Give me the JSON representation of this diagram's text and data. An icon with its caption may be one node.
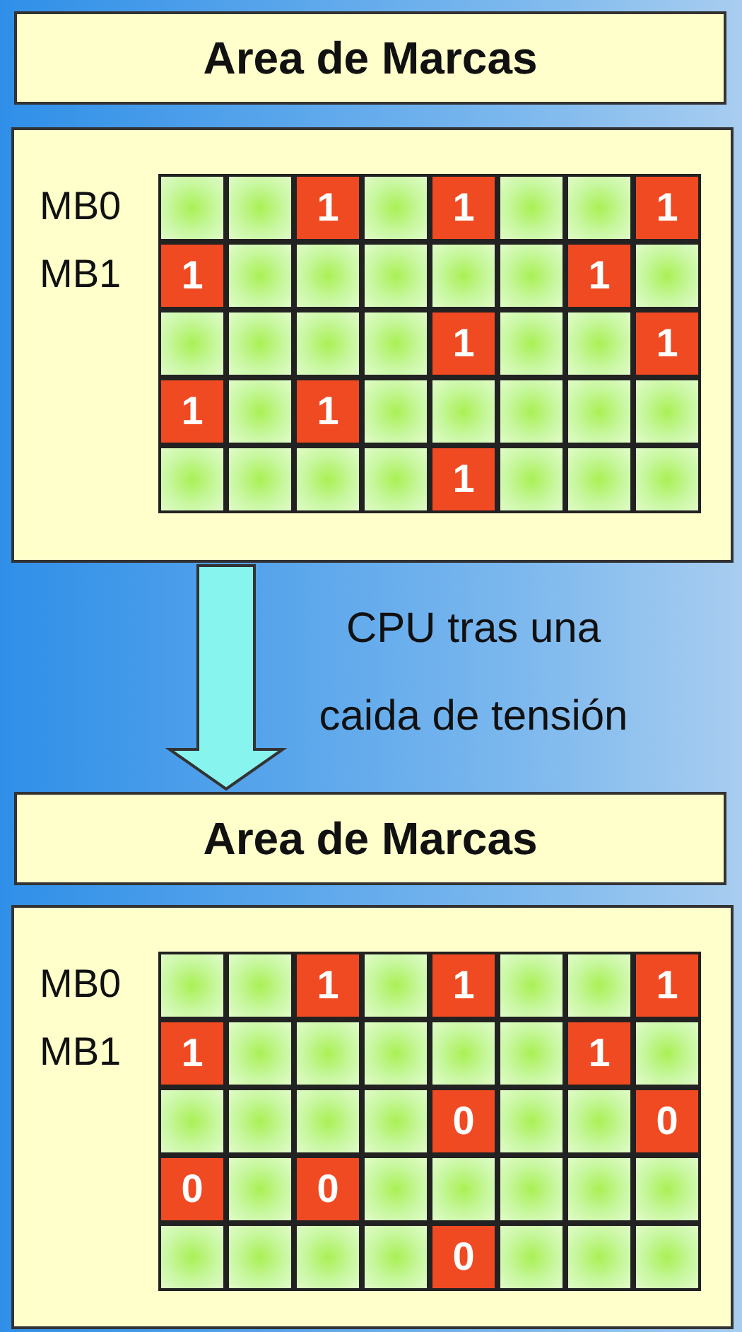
{
  "diagram": {
    "nodes": [
      {
        "text": [
          "Area de Marcas"
        ]
      },
      {
        "text": [],
        "shape": "box"
      },
      {
        "text": [],
        "shape": "box",
        "in": 1
      },
      {
        "text": [],
        "shape": "box",
        "in": 1
      },
      {
        "text": [
          "1"
        ],
        "in": 1
      },
      {
        "text": [],
        "shape": "box",
        "in": 1
      },
      {
        "text": [
          "1"
        ],
        "in": 1
      },
      {
        "text": [],
        "shape": "box",
        "in": 1
      },
      {
        "text": [],
        "shape": "box",
        "in": 1
      },
      {
        "text": [
          "1"
        ],
        "in": 1
      },
      {
        "text": [
          "1"
        ],
        "in": 1
      },
      {
        "text": [],
        "shape": "box",
        "in": 1
      },
      {
        "text": [],
        "shape": "box",
        "in": 1
      },
      {
        "text": [],
        "shape": "box",
        "in": 1
      },
      {
        "text": [],
        "shape": "box",
        "in": 1
      },
      {
        "text": [],
        "shape": "box",
        "in": 1
      },
      {
        "text": [
          "1"
        ],
        "in": 1
      },
      {
        "text": [],
        "shape": "box",
        "in": 1
      },
      {
        "text": [],
        "shape": "box",
        "in": 1
      },
      {
        "text": [],
        "shape": "box",
        "in": 1
      },
      {
        "text": [],
        "shape": "box",
        "in": 1
      },
      {
        "text": [],
        "shape": "box",
        "in": 1
      },
      {
        "text": [
          "1"
        ],
        "in": 1
      },
      {
        "text": [],
        "shape": "box",
        "in": 1
      },
      {
        "text": [],
        "shape": "box",
        "in": 1
      },
      {
        "text": [
          "1"
        ],
        "in": 1
      },
      {
        "text": [
          "1"
        ],
        "in": 1
      },
      {
        "text": [],
        "shape": "box",
        "in": 1
      },
      {
        "text": [
          "1"
        ],
        "in": 1
      },
      {
        "text": [],
        "shape": "box",
        "in": 1
      },
      {
        "text": [],
        "shape": "box",
        "in": 1
      },
      {
        "text": [],
        "shape": "box",
        "in": 1
      },
      {
        "text": [],
        "shape": "box",
        "in": 1
      },
      {
        "text": [],
        "shape": "box",
        "in": 1
      },
      {
        "text": [],
        "shape": "box",
        "in": 1
      },
      {
        "text": [],
        "shape": "box",
        "in": 1
      },
      {
        "text": [],
        "shape": "box",
        "in": 1
      },
      {
        "text": [],
        "shape": "box",
        "in": 1
      },
      {
        "text": [
          "1"
        ],
        "in": 1
      },
      {
        "text": [],
        "shape": "box",
        "in": 1
      },
      {
        "text": [],
        "shape": "box",
        "in": 1
      },
      {
        "text": [],
        "shape": "box",
        "in": 1
      },
      {
        "text": [
          "Area de Marcas"
        ]
      },
      {
        "text": [],
        "shape": "box"
      },
      {
        "text": [],
        "shape": "box",
        "in": 43
      },
      {
        "text": [],
        "shape": "box",
        "in": 43
      },
      {
        "text": [
          "1"
        ],
        "in": 43
      },
      {
        "text": [],
        "shape": "box",
        "in": 43
      },
      {
        "text": [
          "1"
        ],
        "in": 43
      },
      {
        "text": [],
        "shape": "box",
        "in": 43
      },
      {
        "text": [],
        "shape": "box",
        "in": 43
      },
      {
        "text": [
          "1"
        ],
        "in": 43
      },
      {
        "text": [
          "1"
        ],
        "in": 43
      },
      {
        "text": [],
        "shape": "box",
        "in": 43
      },
      {
        "text": [],
        "shape": "box",
        "in": 43
      },
      {
        "text": [],
        "shape": "box",
        "in": 43
      },
      {
        "text": [],
        "shape": "box",
        "in": 43
      },
      {
        "text": [],
        "shape": "box",
        "in": 43
      },
      {
        "text": [
          "1"
        ],
        "in": 43
      },
      {
        "text": [],
        "shape": "box",
        "in": 43
      },
      {
        "text": [],
        "shape": "box",
        "in": 43
      },
      {
        "text": [],
        "shape": "box",
        "in": 43
      },
      {
        "text": [],
        "shape": "box",
        "in": 43
      },
      {
        "text": [],
        "shape": "box",
        "in": 43
      },
      {
        "text": [
          "0"
        ],
        "in": 43
      },
      {
        "text": [],
        "shape": "box",
        "in": 43
      },
      {
        "text": [],
        "shape": "box",
        "in": 43
      },
      {
        "text": [
          "0"
        ],
        "in": 43
      },
      {
        "text": [
          "0"
        ],
        "in": 43
      },
      {
        "text": [],
        "shape": "box",
        "in": 43
      },
      {
        "text": [
          "0"
        ],
        "in": 43
      },
      {
        "text": [],
        "shape": "box",
        "in": 43
      },
      {
        "text": [],
        "shape": "box",
        "in": 43
      },
      {
        "text": [],
        "shape": "box",
        "in": 43
      },
      {
        "text": [],
        "shape": "box",
        "in": 43
      },
      {
        "text": [],
        "shape": "box",
        "in": 43
      },
      {
        "text": [],
        "shape": "box",
        "in": 43
      },
      {
        "text": [],
        "shape": "box",
        "in": 43
      },
      {
        "text": [],
        "shape": "box",
        "in": 43
      },
      {
        "text": [],
        "shape": "box",
        "in": 43
      },
      {
        "text": [
          "0"
        ],
        "in": 43
      },
      {
        "text": [],
        "shape": "box",
        "in": 43
      },
      {
        "text": [],
        "shape": "box",
        "in": 43
      },
      {
        "text": [],
        "shape": "box",
        "in": 43
      }
    ],
    "edges": [
      {
        "from": 1,
        "to": 42,
        "arrow": "to",
        "label": "CPU tras una caida de tensión"
      }
    ],
    "labels": [
      "MB0",
      "MB1",
      "MB0",
      "MB1"
    ]
  }
}
